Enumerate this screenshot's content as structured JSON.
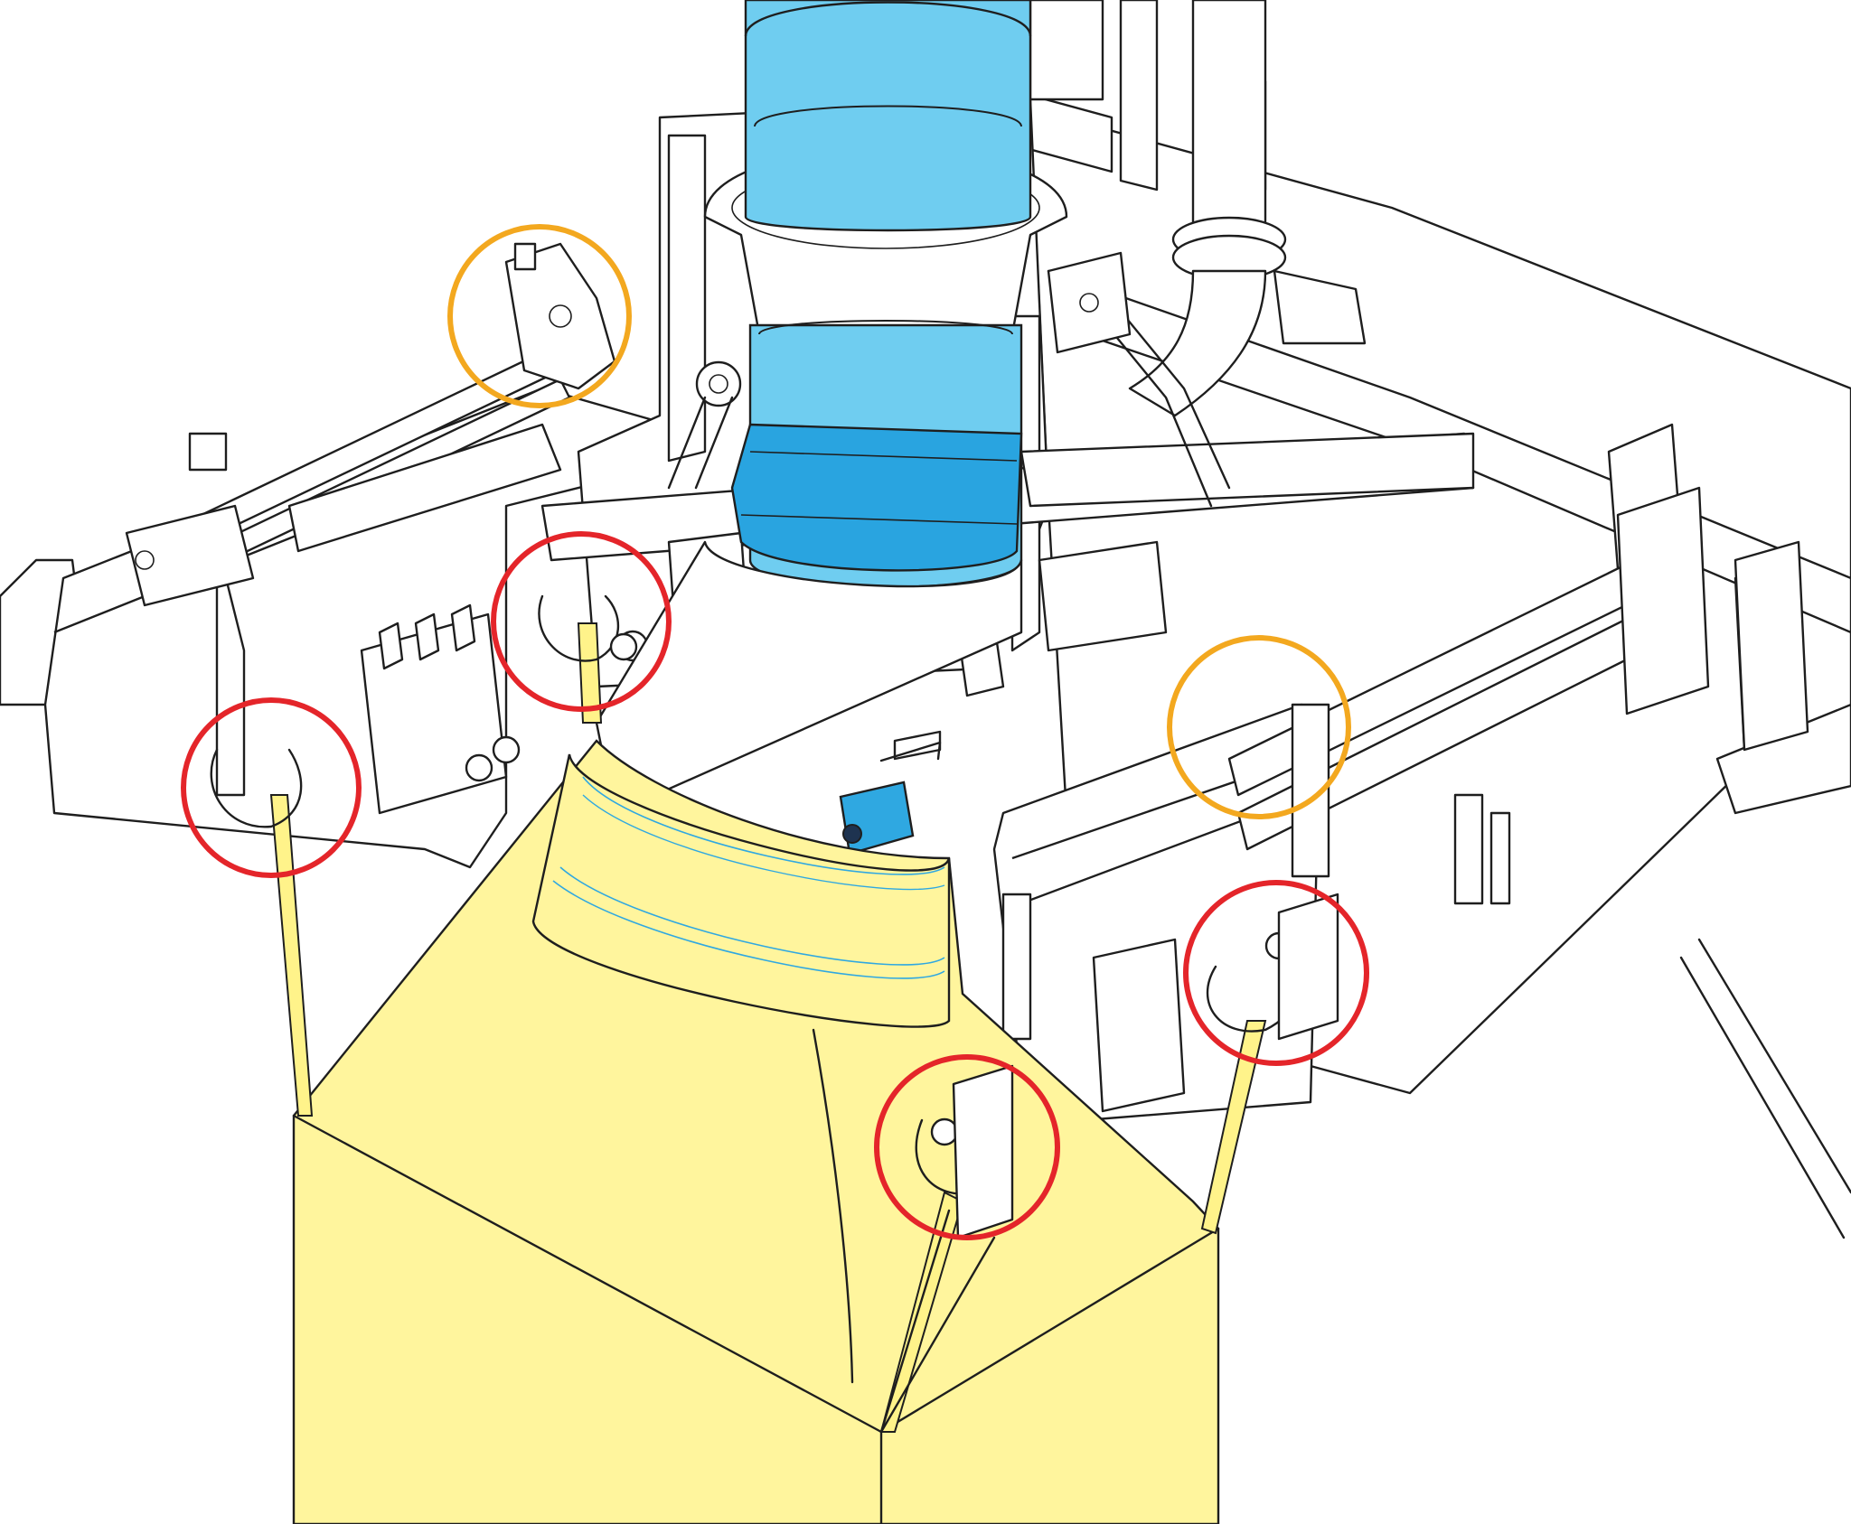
{
  "colors": {
    "line": "#1e1e1e",
    "background": "#ffffff",
    "bag_fill": "#fff59d",
    "bag_strap": "#fff38a",
    "cylinder_fill": "#6fcdf0",
    "cylinder_dark": "#29a4e0",
    "sensor_fill": "#2fa8e1",
    "highlight_red": "#e4252a",
    "highlight_orange": "#f3a81f"
  },
  "components": {
    "bag": "bulk-bag-yellow",
    "spout": "filling-spout-cylinder-blue",
    "sensor": "spout-sensor-blue",
    "frame": "bag-filler-frame"
  },
  "highlights": {
    "red_count": 4,
    "orange_count": 2,
    "red_meaning": "bag-loop-hooks",
    "orange_meaning": "hook-actuator-cylinders"
  }
}
